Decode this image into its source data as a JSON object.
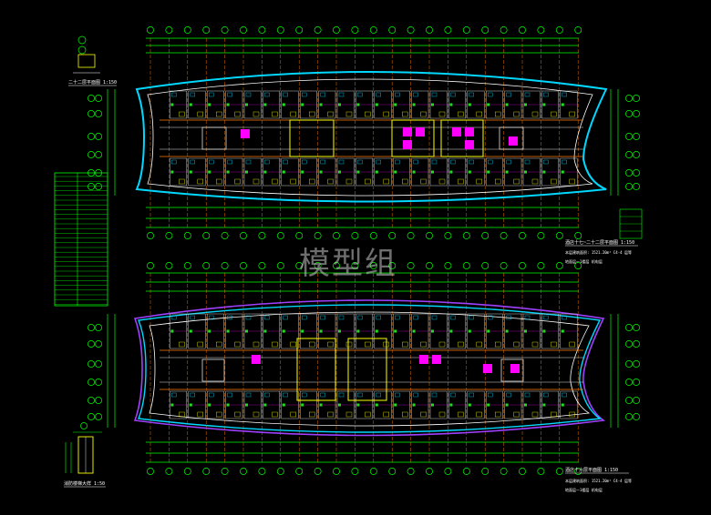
{
  "watermark": "模型组",
  "upper_plan": {
    "left_title": "二十二层平面图 1:150",
    "right_title": "酒店十七~二十二层平面图 1:150",
    "area_note": "本层建筑面积: 1521.20m²  C4-4 层等",
    "note2": "地面层一1楼层 机电层"
  },
  "lower_plan": {
    "right_title": "酒店十六层平面图 1:150",
    "area_note": "本层建筑面积: 1521.20m²  C4-4 层等",
    "note2": "地面层一1楼层 机电层"
  },
  "detail": {
    "label": "消防楼梯大样 1:50"
  },
  "colors": {
    "background": "#000000",
    "outline_cyan": "#00d8ff",
    "green_line": "#00ff00",
    "grid_orange": "#ff7a00",
    "wall_yellow": "#ffff00",
    "room_white": "#e0e0e0",
    "accent_magenta": "#ff00ff",
    "purple": "#a040ff"
  }
}
